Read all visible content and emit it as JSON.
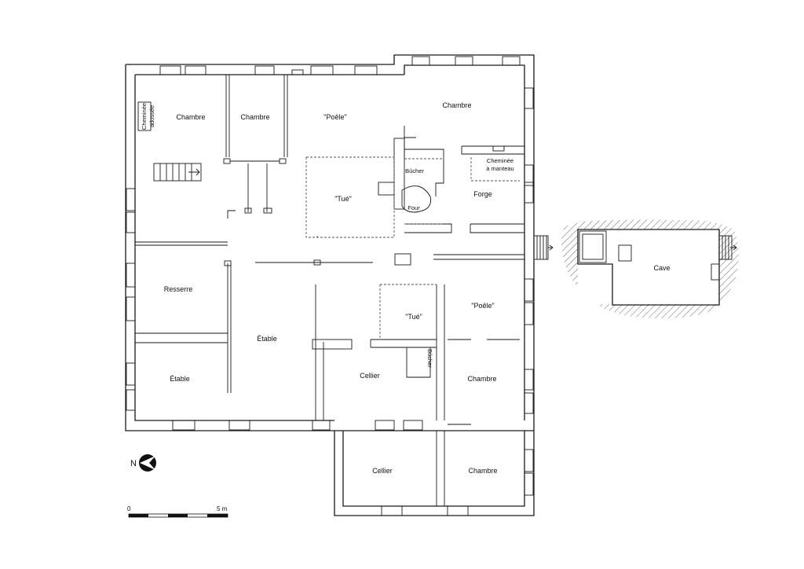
{
  "rooms": {
    "chambre_nw": "Chambre",
    "chambre_n2": "Chambre",
    "poele_n": "\"Poêle\"",
    "chambre_ne": "Chambre",
    "cheminee_adossee_1": "Cheminée",
    "cheminee_adossee_2": "adossée",
    "bucher_n": "Bûcher",
    "cheminee_manteau_1": "Cheminée",
    "cheminee_manteau_2": "à manteau",
    "tue_n": "\"Tué\"",
    "four": "Four",
    "forge": "Forge",
    "resserre": "Resserre",
    "etable_big": "Étable",
    "tue_s": "\"Tué\"",
    "poele_s": "\"Poêle\"",
    "bucher_s": "Bûcher",
    "etable_w": "Étable",
    "cellier_1": "Cellier",
    "chambre_se": "Chambre",
    "cellier_2": "Cellier",
    "chambre_s": "Chambre",
    "cave": "Cave"
  },
  "north_label": "N",
  "scale": {
    "start": "0",
    "end": "5 m"
  }
}
